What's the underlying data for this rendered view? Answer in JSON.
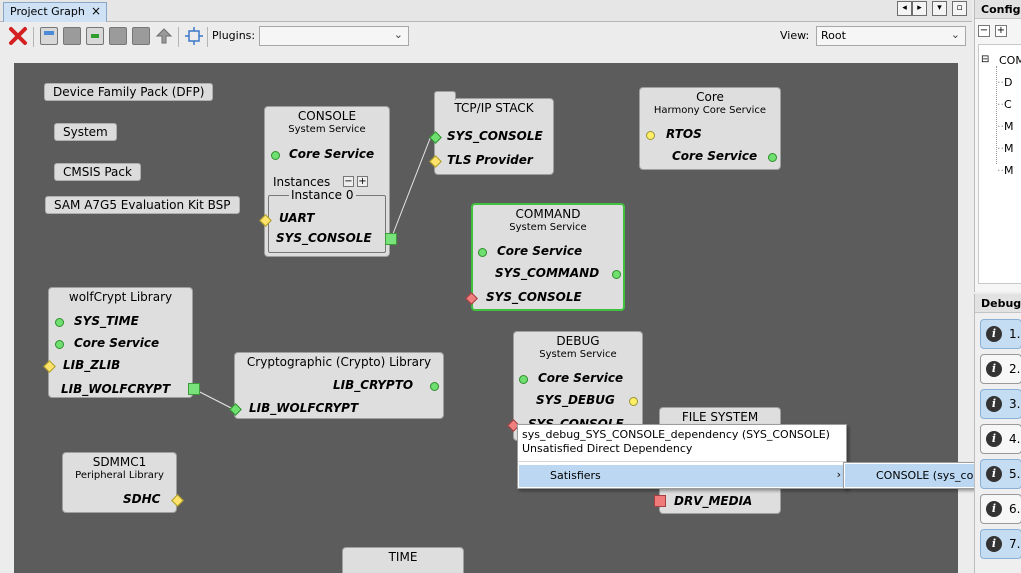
{
  "tab": {
    "title": "Project Graph",
    "close": "×"
  },
  "window_buttons": [
    "◂",
    "▸",
    "▾",
    "▫"
  ],
  "toolbar": {
    "plugins_label": "Plugins:",
    "plugins_value": "",
    "view_label": "View:",
    "view_value": "Root"
  },
  "pills": [
    "Device Family Pack (DFP)",
    "System",
    "CMSIS Pack",
    "SAM A7G5 Evaluation Kit BSP"
  ],
  "console": {
    "title": "CONSOLE",
    "subtitle": "System Service",
    "core": "Core Service",
    "instances": "Instances",
    "instance0": "Instance 0",
    "uart": "UART",
    "sys_console": "SYS_CONSOLE"
  },
  "tcpip": {
    "title": "TCP/IP STACK",
    "sys_console": "SYS_CONSOLE",
    "tls": "TLS Provider"
  },
  "core": {
    "title": "Core",
    "subtitle": "Harmony Core Service",
    "rtos": "RTOS",
    "core_service": "Core Service"
  },
  "command": {
    "title": "COMMAND",
    "subtitle": "System Service",
    "core": "Core Service",
    "sys_command": "SYS_COMMAND",
    "sys_console": "SYS_CONSOLE"
  },
  "wolfcrypt": {
    "title": "wolfCrypt Library",
    "sys_time": "SYS_TIME",
    "core": "Core Service",
    "lib_zlib": "LIB_ZLIB",
    "lib_wolfcrypt": "LIB_WOLFCRYPT"
  },
  "crypto": {
    "title": "Cryptographic (Crypto) Library",
    "lib_crypto": "LIB_CRYPTO",
    "lib_wolfcrypt": "LIB_WOLFCRYPT"
  },
  "debug": {
    "title": "DEBUG",
    "subtitle": "System Service",
    "core": "Core Service",
    "sys_debug": "SYS_DEBUG",
    "sys_console": "SYS_CONSOLE"
  },
  "filesystem": {
    "title": "FILE SYSTEM",
    "drv_media": "DRV_MEDIA"
  },
  "sdmmc": {
    "title": "SDMMC1",
    "subtitle": "Peripheral Library",
    "sdhc": "SDHC"
  },
  "time": {
    "title": "TIME"
  },
  "popup": {
    "line1": "sys_debug_SYS_CONSOLE_dependency (SYS_CONSOLE)",
    "line2": "Unsatisfied Direct Dependency",
    "menu_item": "Satisfiers",
    "submenu_item": "CONSOLE (sys_console)"
  },
  "right_panel": {
    "config_title": "Configu",
    "tree_root": "COM",
    "tree_children": [
      "D",
      "C",
      "M",
      "M",
      "M"
    ],
    "debug_title": "Debugg",
    "debug_items": [
      "1.",
      "2.",
      "3.",
      "4.",
      "5.",
      "6.",
      "7."
    ]
  },
  "colors": {
    "canvas": "#5c5c5c",
    "node": "#dedede",
    "selection": "#bcd7f2",
    "satisfied": "#6fe06f",
    "unsatisfied": "#f08080",
    "optional": "#ffe36a"
  }
}
